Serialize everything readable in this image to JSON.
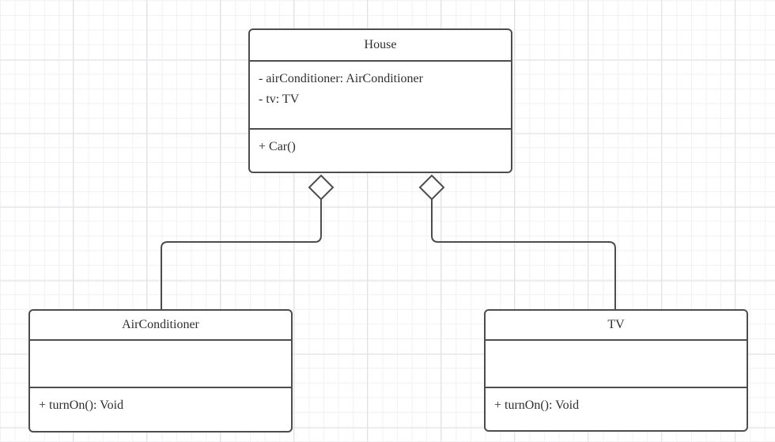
{
  "diagram": {
    "kind": "uml-class-diagram",
    "classes": {
      "house": {
        "name": "House",
        "attributes": [
          "- airConditioner: AirConditioner",
          "- tv: TV"
        ],
        "methods": [
          "+ Car()"
        ]
      },
      "airConditioner": {
        "name": "AirConditioner",
        "attributes": [],
        "methods": [
          "+ turnOn(): Void"
        ]
      },
      "tv": {
        "name": "TV",
        "attributes": [],
        "methods": [
          "+ turnOn(): Void"
        ]
      }
    },
    "relationships": [
      {
        "from": "House",
        "to": "AirConditioner",
        "type": "aggregation",
        "marker": "hollow-diamond-at-house"
      },
      {
        "from": "House",
        "to": "TV",
        "type": "aggregation",
        "marker": "hollow-diamond-at-house"
      }
    ],
    "colors": {
      "shape_stroke": "#4d4d4d",
      "shape_fill": "#ffffff",
      "text": "#2f2f2f",
      "grid_minor": "#f1f1f3",
      "grid_major": "#e3e3e6",
      "background": "#ffffff"
    }
  }
}
